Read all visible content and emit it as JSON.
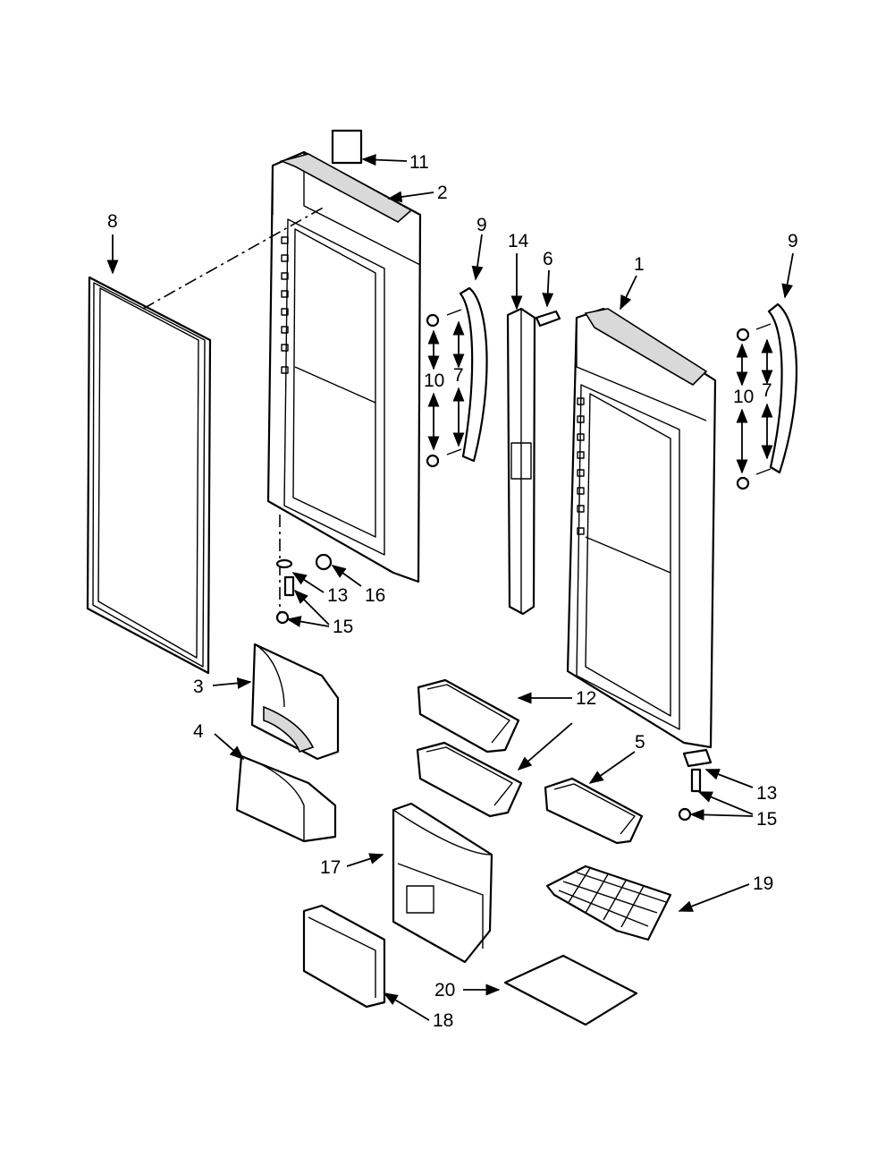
{
  "callouts": {
    "c1": "1",
    "c2": "2",
    "c3": "3",
    "c4": "4",
    "c5": "5",
    "c6": "6",
    "c7a": "7",
    "c7b": "7",
    "c8": "8",
    "c9a": "9",
    "c9b": "9",
    "c10a": "10",
    "c10b": "10",
    "c11": "11",
    "c12": "12",
    "c13a": "13",
    "c13b": "13",
    "c14": "14",
    "c15a": "15",
    "c15b": "15",
    "c16": "16",
    "c17": "17",
    "c18": "18",
    "c19": "19",
    "c20": "20"
  }
}
